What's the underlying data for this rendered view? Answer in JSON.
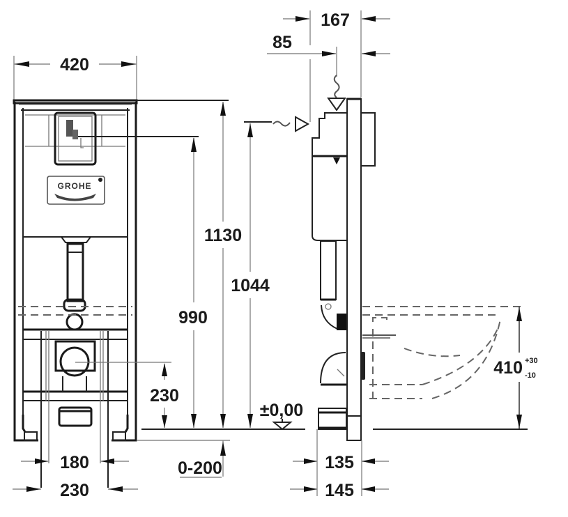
{
  "diagram": {
    "type": "technical-installation-drawing",
    "subject": "Wall-hung WC installation frame",
    "brand_logo_text": "GROHE",
    "colors": {
      "line": "#1a1a1a",
      "dimension_line": "#8a8a8a",
      "background": "#ffffff"
    },
    "front_view": {
      "dimensions": {
        "frame_width": "420",
        "outlet_spacing_inner": "180",
        "outlet_spacing_outer": "230",
        "flush_plate_height": "990",
        "frame_height": "1130",
        "outlet_height": "230",
        "floor_level": "±0,00",
        "foot_adjustment": "0-200"
      }
    },
    "side_view": {
      "dimensions": {
        "top_depth": "167",
        "top_offset": "85",
        "supply_height": "1044",
        "bottom_depth_inner": "135",
        "bottom_depth_outer": "145",
        "bowl_height": "410",
        "bowl_height_tolerance_plus": "+30",
        "bowl_height_tolerance_minus": "-10"
      }
    }
  }
}
